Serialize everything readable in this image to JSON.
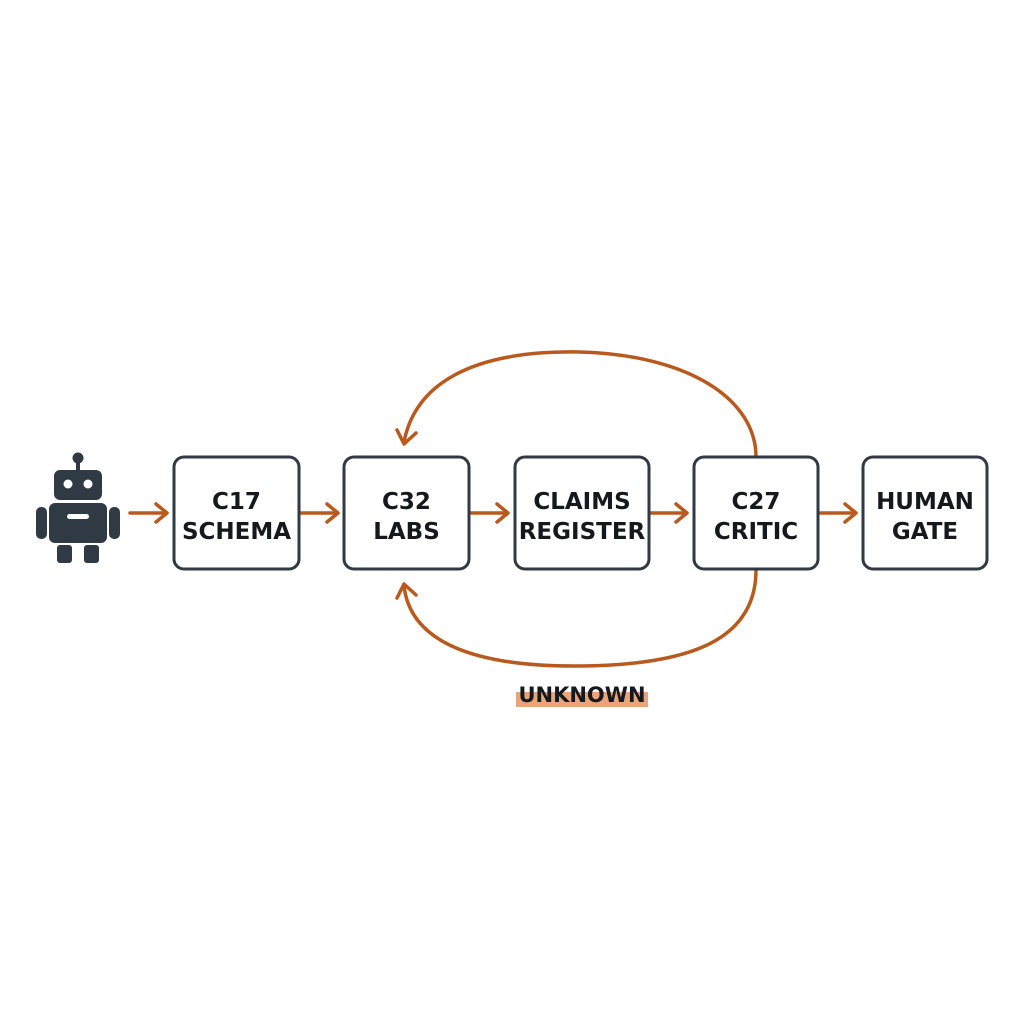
{
  "colors": {
    "accent": "#b85a1e",
    "box_border": "#2f3a45",
    "text": "#15191d",
    "robot": "#2f3a45",
    "highlight": "#eba47a"
  },
  "agent": {
    "icon": "robot-icon"
  },
  "nodes": [
    {
      "line1": "C17",
      "line2": "SCHEMA"
    },
    {
      "line1": "C32",
      "line2": "LABS"
    },
    {
      "line1": "CLAIMS",
      "line2": "REGISTER"
    },
    {
      "line1": "C27",
      "line2": "CRITIC"
    },
    {
      "line1": "HUMAN",
      "line2": "GATE"
    }
  ],
  "loop": {
    "label": "UNKNOWN"
  }
}
